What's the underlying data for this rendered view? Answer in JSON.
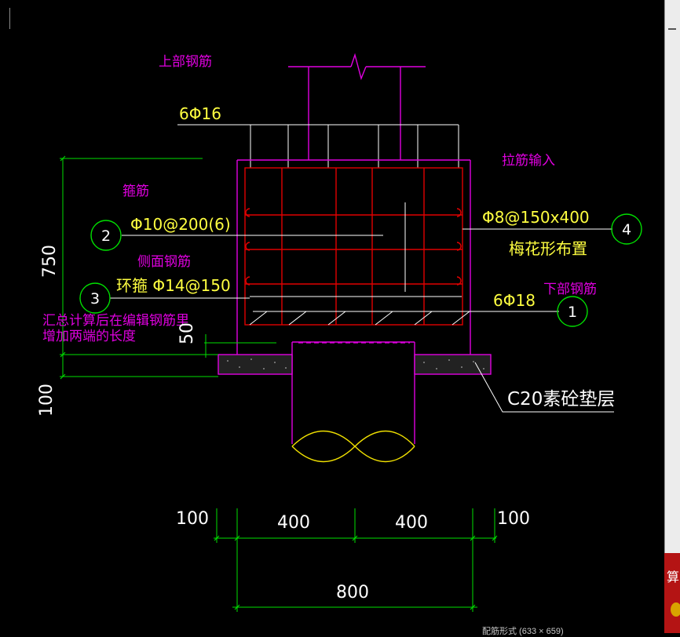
{
  "labels": {
    "top_rebar": "上部钢筋",
    "top_rebar_spec": "6Φ16",
    "stirrup": "箍筋",
    "stirrup_spec": "Φ10@200(6)",
    "side_rebar": "侧面钢筋",
    "side_rebar_spec": "环箍 Φ14@150",
    "tie_rebar_input": "拉筋输入",
    "tie_rebar_spec": "Φ8@150x400",
    "tie_rebar_layout": "梅花形布置",
    "bottom_rebar": "下部钢筋",
    "bottom_rebar_spec": "6Φ18",
    "note_line1": "汇总计算后在编辑钢筋里",
    "note_line2": "增加两端的长度",
    "cushion": "C20素砼垫层",
    "callout_1": "1",
    "callout_2": "2",
    "callout_3": "3",
    "callout_4": "4"
  },
  "dimensions": {
    "height": "750",
    "cover": "50",
    "cushion_thickness": "100",
    "left_margin": "100",
    "left_half": "400",
    "right_half": "400",
    "right_margin": "100",
    "total_width": "800"
  },
  "status_bar": {
    "tip": "配筋形式 (633 × 659)"
  },
  "side_panel": {
    "text": "算"
  },
  "colors": {
    "background": "#000000",
    "outline_magenta": "#e000e0",
    "rebar_red": "#e00000",
    "dimension_green": "#00e000",
    "spec_yellow": "#ffff40",
    "white": "#ffffff"
  }
}
